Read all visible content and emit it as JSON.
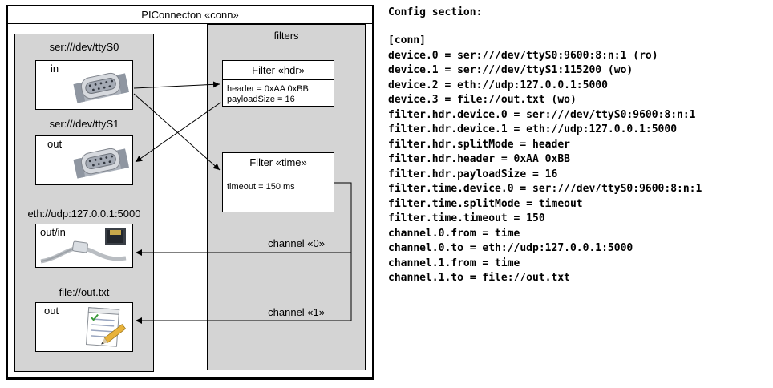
{
  "diagram": {
    "title": "PIConnecton «conn»",
    "devices": [
      {
        "label": "ser:///dev/ttyS0",
        "direction": "in",
        "icon": "serial-connector-icon"
      },
      {
        "label": "ser:///dev/ttyS1",
        "direction": "out",
        "icon": "serial-connector-icon"
      },
      {
        "label": "eth://udp:127.0.0.1:5000",
        "direction": "out/in",
        "icon": "ethernet-connector-icon"
      },
      {
        "label": "file://out.txt",
        "direction": "out",
        "icon": "notepad-pencil-icon"
      }
    ],
    "filters_panel_title": "filters",
    "filters": [
      {
        "title": "Filter «hdr»",
        "params": [
          "header = 0xAA 0xBB",
          "payloadSize = 16"
        ]
      },
      {
        "title": "Filter «time»",
        "params": [
          "timeout = 150 ms"
        ]
      }
    ],
    "channels": [
      {
        "label": "channel «0»"
      },
      {
        "label": "channel «1»"
      }
    ],
    "colors": {
      "panel_gray": "#d4d4d4",
      "box_white": "#ffffff",
      "line_black": "#000000"
    }
  },
  "config": {
    "title": "Config section:",
    "lines": [
      "[conn]",
      "device.0 = ser:///dev/ttyS0:9600:8:n:1 (ro)",
      "device.1 = ser:///dev/ttyS1:115200 (wo)",
      "device.2 = eth://udp:127.0.0.1:5000",
      "device.3 = file://out.txt (wo)",
      "filter.hdr.device.0 = ser:///dev/ttyS0:9600:8:n:1",
      "filter.hdr.device.1 = eth://udp:127.0.0.1:5000",
      "filter.hdr.splitMode = header",
      "filter.hdr.header = 0xAA 0xBB",
      "filter.hdr.payloadSize = 16",
      "filter.time.device.0 = ser:///dev/ttyS0:9600:8:n:1",
      "filter.time.splitMode = timeout",
      "filter.time.timeout = 150",
      "channel.0.from = time",
      "channel.0.to = eth://udp:127.0.0.1:5000",
      "channel.1.from = time",
      "channel.1.to = file://out.txt"
    ]
  }
}
